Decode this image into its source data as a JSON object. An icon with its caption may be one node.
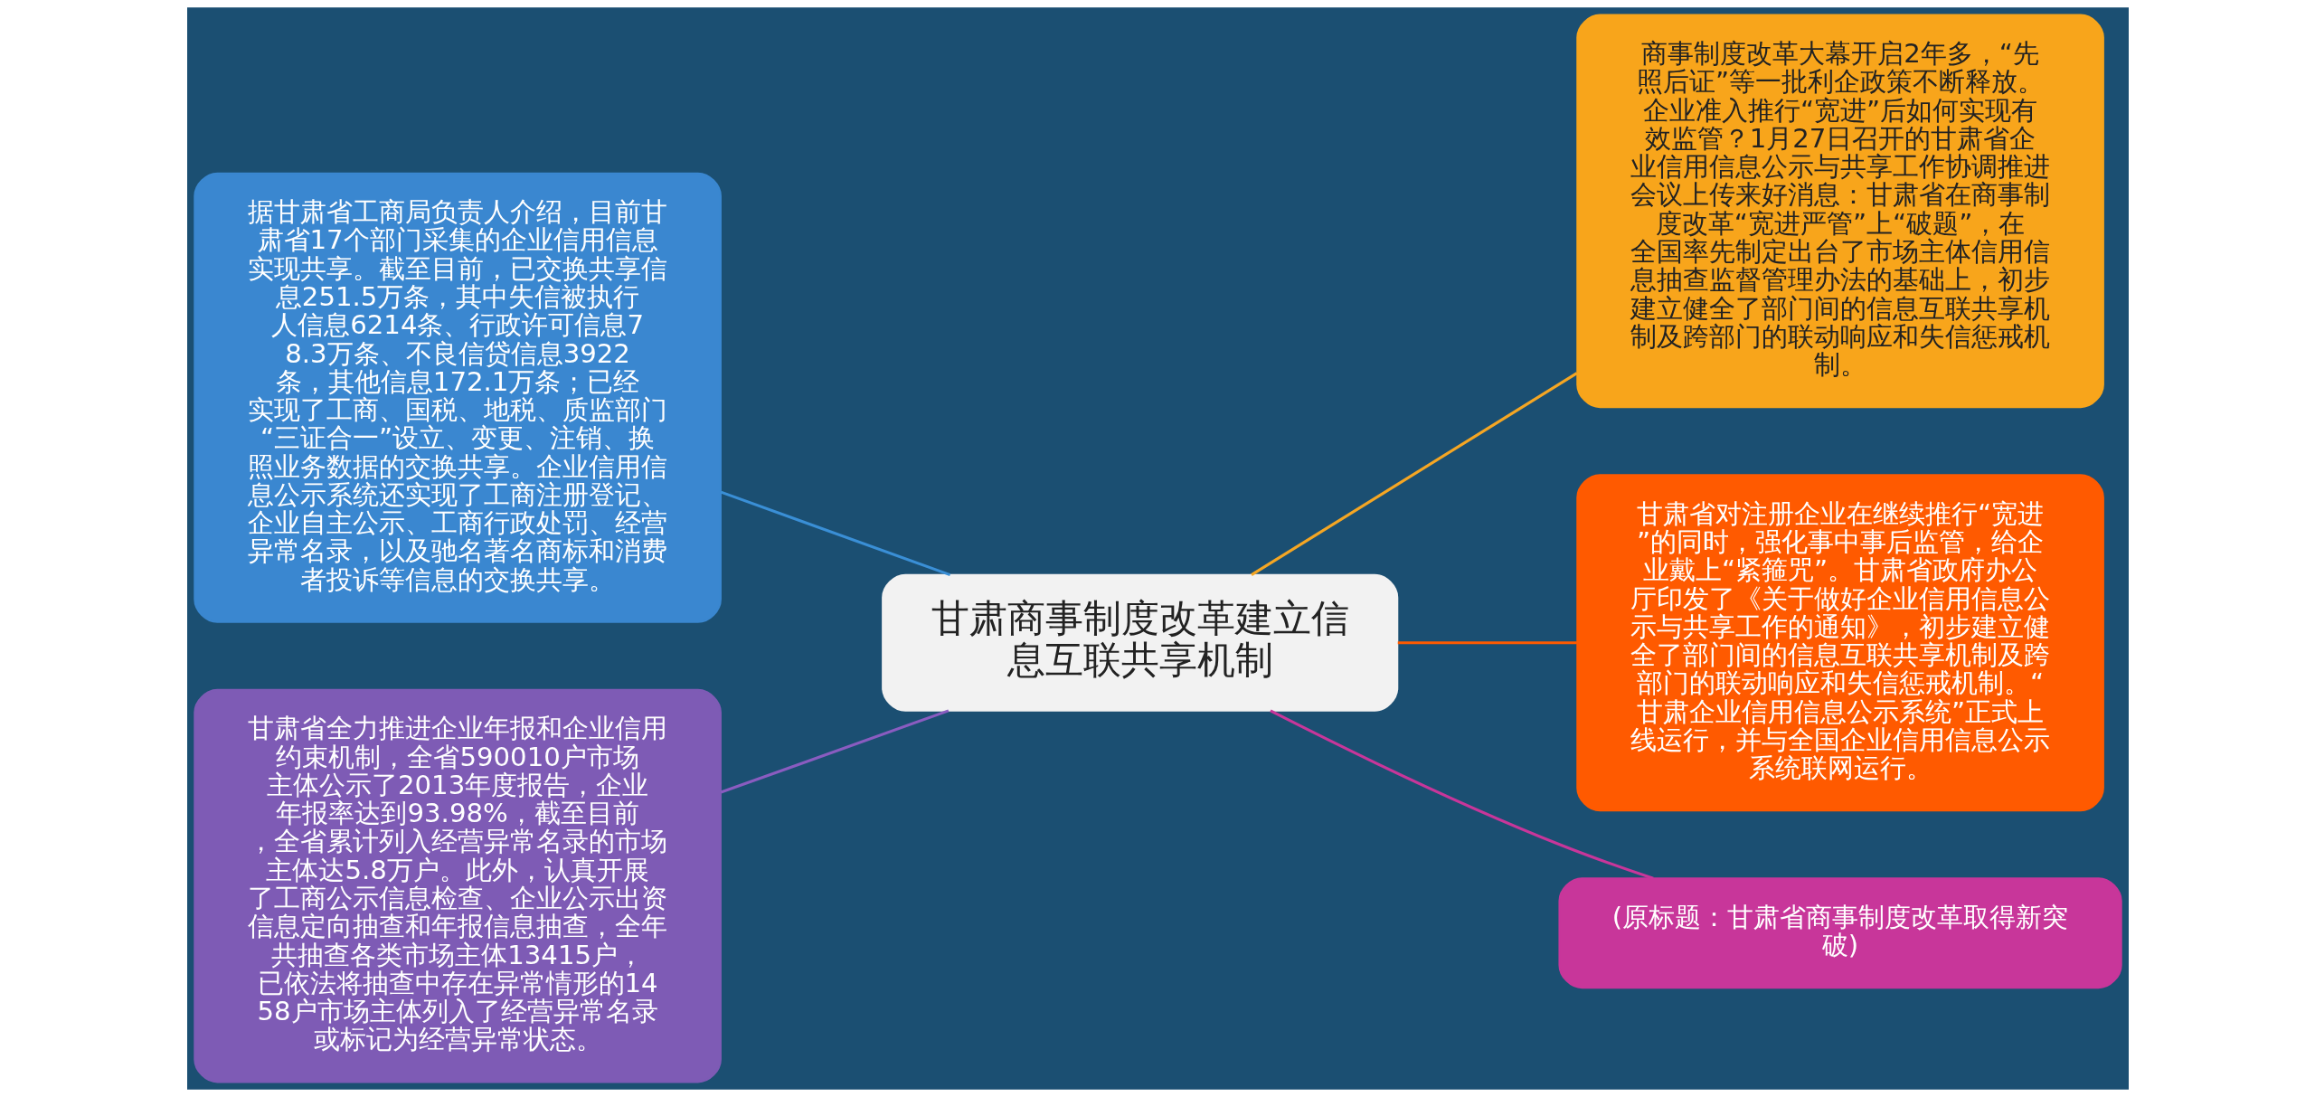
{
  "diagram": {
    "nodes": [
      {
        "text": [
          "甘肃商事制度改革建立信息互联共享机制"
        ]
      },
      {
        "text": [
          "据甘肃省工商局负责人介绍，目前甘肃省17个部门采集的企业信用信息实现共享。截至目前，已交换共享信息251.5万条，其中失信被执行人信息6214条、行政许可信息78.3万条、不良信贷信息3922条，其他信息172.1万条；已经实现了工商、国税、地税、质监部门“三证合一”设立、变更、注销、换照业务数据的交换共享。企业信用信息公示系统还实现了工商注册登记、企业自主公示、工商行政处罚、经营异常名录，以及驰名著名商标和消费者投诉等信息的交换共享。"
        ]
      },
      {
        "text": [
          "商事制度改革大幕开启2年多，“先照后证”等一批利企政策不断释放。企业准入推行“宽进”后如何实现有效监管？1月27日召开的甘肃省企业信用信息公示与共享工作协调推进会议上传来好消息：甘肃省在商事制度改革“宽进严管”上“破题”，在全国率先制定出台了市场主体信用信息抽查监督管理办法的基础上，初步建立健全了部门间的信息互联共享机制及跨部门的联动响应和失信惩戒机制。"
        ]
      },
      {
        "text": [
          "甘肃省对注册企业在继续推行“宽进”的同时，强化事中事后监管，给企业戴上“紧箍咒”。甘肃省政府办公厅印发了《关于做好企业信用信息公示与共享工作的通知》，初步建立健全了部门间的信息互联共享机制及跨部门的联动响应和失信惩戒机制。“甘肃企业信用信息公示系统”正式上线运行，并与全国企业信用信息公示系统联网运行。"
        ]
      },
      {
        "text": [
          "甘肃省全力推进企业年报和企业信用约束机制，全省590010户市场主体公示了2013年度报告，企业年报率达到93.98%，截至目前，全省累计列入经营异常名录的市场主体达5.8万户。此外，认真开展了工商公示信息检查、企业公示出资信息定向抽查和年报信息抽查，全年共抽查各类市场主体13415户，已依法将抽查中存在异常情形的1458户市场主体列入了经营异常名录或标记为经营异常状态。"
        ]
      },
      {
        "text": [
          "(原标题：甘肃省商事制度改革取得新突破)"
        ]
      }
    ],
    "edges": [
      {
        "from": 0,
        "to": 1,
        "arrow": "none",
        "color": "#3a8fd6"
      },
      {
        "from": 0,
        "to": 2,
        "arrow": "none",
        "color": "#f5a623"
      },
      {
        "from": 0,
        "to": 3,
        "arrow": "none",
        "color": "#ff5a00"
      },
      {
        "from": 0,
        "to": 4,
        "arrow": "none",
        "color": "#8a5cc0"
      },
      {
        "from": 0,
        "to": 5,
        "arrow": "none",
        "color": "#c8369a"
      }
    ]
  }
}
